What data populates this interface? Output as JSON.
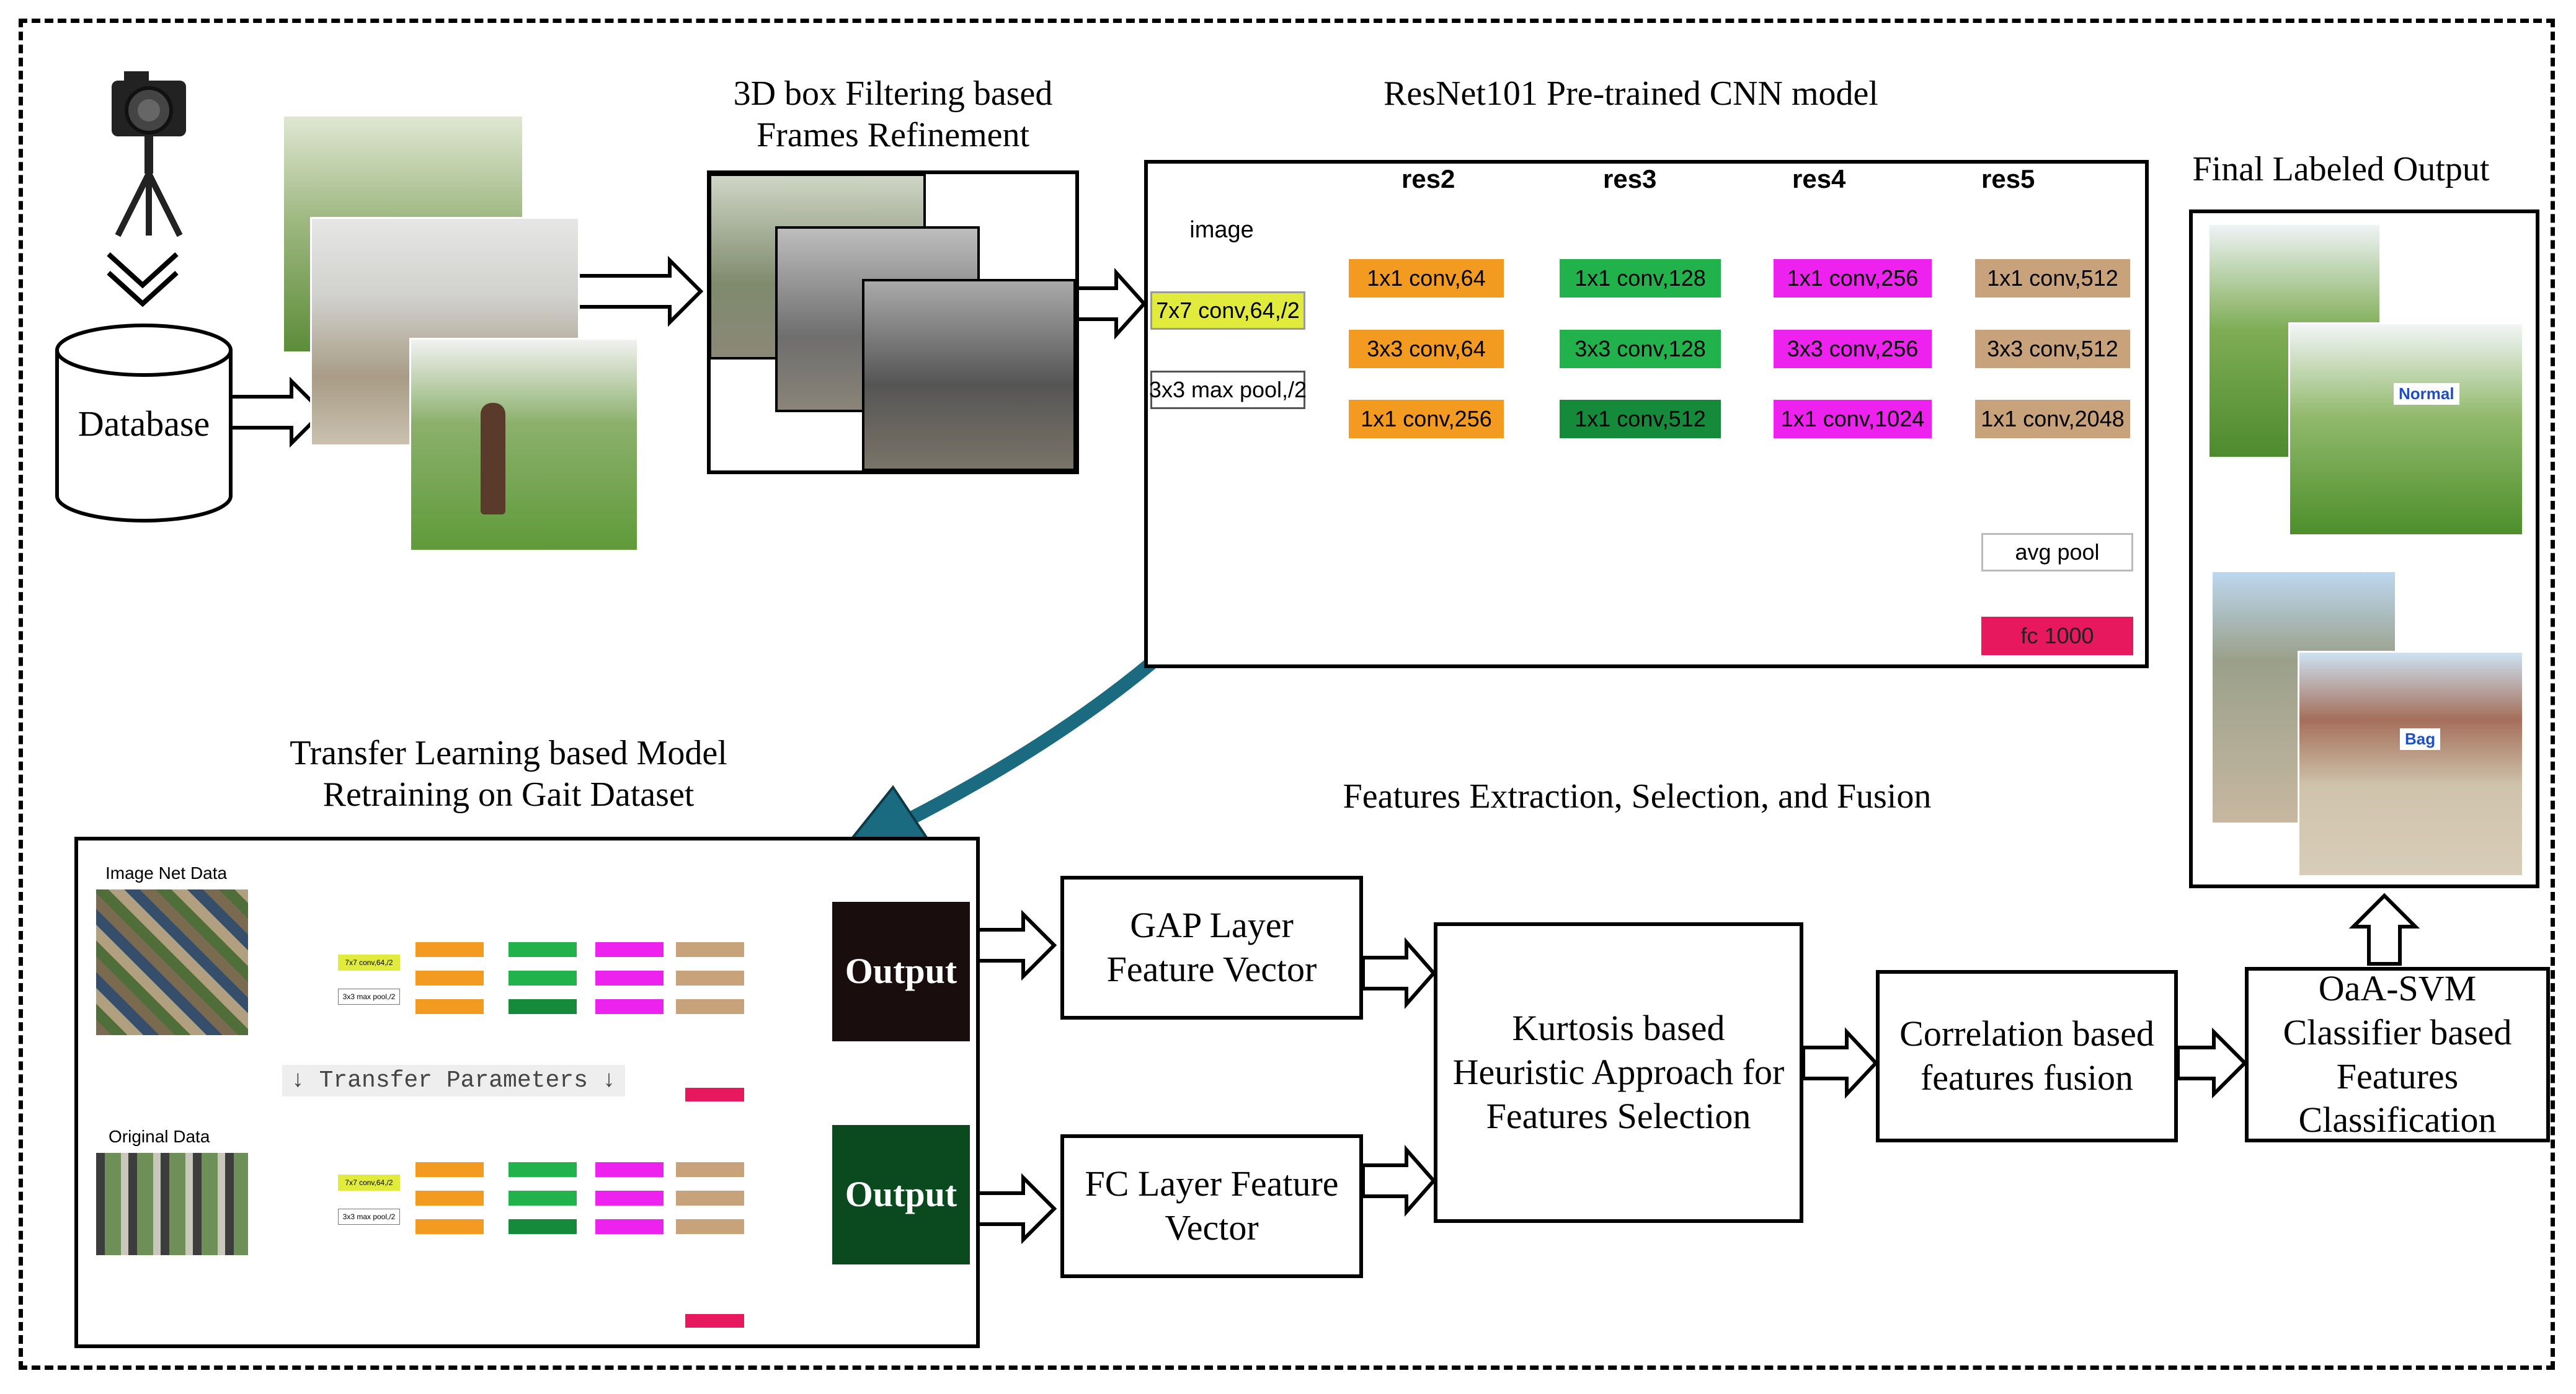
{
  "titles": {
    "frames_refinement": "3D box Filtering based\nFrames Refinement",
    "resnet_model": "ResNet101 Pre-trained CNN model",
    "final_output": "Final Labeled Output",
    "transfer_learning": "Transfer Learning based Model\nRetraining on Gait Dataset",
    "features_stage": "Features Extraction, Selection, and Fusion"
  },
  "database_label": "Database",
  "resnet": {
    "input_label": "image",
    "stem_conv": "7x7 conv,64,/2",
    "stem_pool": "3x3 max pool,/2",
    "blocks": [
      {
        "name": "res2",
        "layers": [
          "1x1 conv,64",
          "3x3 conv,64",
          "1x1 conv,256"
        ],
        "color": "#f39b20"
      },
      {
        "name": "res3",
        "layers": [
          "1x1 conv,128",
          "3x3 conv,128",
          "1x1 conv,512"
        ],
        "color": "#22b24c"
      },
      {
        "name": "res4",
        "layers": [
          "1x1 conv,256",
          "3x3 conv,256",
          "1x1 conv,1024"
        ],
        "color": "#ee22ee"
      },
      {
        "name": "res5",
        "layers": [
          "1x1 conv,512",
          "3x3 conv,512",
          "1x1 conv,2048"
        ],
        "color": "#c8a27a"
      }
    ],
    "avg_pool": "avg pool",
    "fc": "fc 1000",
    "stem_color": "#e0eb3c",
    "fc_color": "#e8185e"
  },
  "transfer": {
    "imagenet_label": "Image Net Data",
    "original_label": "Original Data",
    "transfer_params": "↓ Transfer Parameters ↓",
    "output_label": "Output",
    "output_top_color": "#1a0d0d",
    "output_bottom_color": "#0b4a1e"
  },
  "features": {
    "gap": "GAP Layer\nFeature Vector",
    "fc": "FC Layer Feature\nVector",
    "kurtosis": "Kurtosis based\nHeuristic Approach for\nFeatures Selection",
    "correlation": "Correlation based\nfeatures fusion",
    "classifier": "OaA-SVM\nClassifier based\nFeatures\nClassification"
  },
  "output_tags": {
    "normal": "Normal",
    "bag": "Bag"
  },
  "arrow_color": "#1b6b80"
}
